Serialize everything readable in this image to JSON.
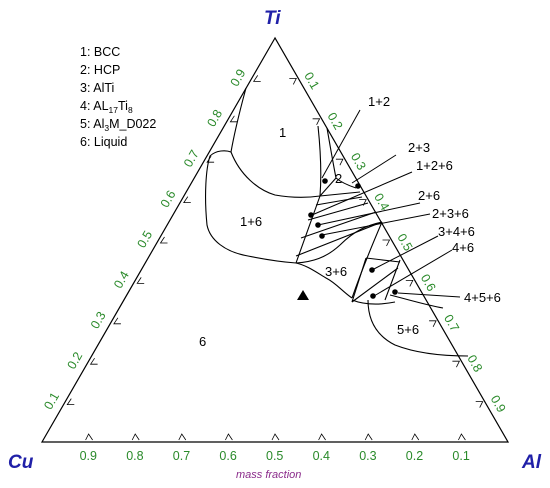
{
  "vertices": {
    "top": "Ti",
    "left": "Cu",
    "right": "Al"
  },
  "colors": {
    "vertex_label": "#2020a8",
    "tick_label": "#2a8a2a",
    "axis_name": "#8a2a8a",
    "lines": "#000000"
  },
  "axis_name": "mass fraction",
  "ticks": [
    "0.1",
    "0.2",
    "0.3",
    "0.4",
    "0.5",
    "0.6",
    "0.7",
    "0.8",
    "0.9"
  ],
  "bottom_ticks": [
    "0.9",
    "0.8",
    "0.7",
    "0.6",
    "0.5",
    "0.4",
    "0.3",
    "0.2",
    "0.1"
  ],
  "legend": [
    {
      "num": "1:",
      "text": "BCC"
    },
    {
      "num": "2:",
      "text": "HCP"
    },
    {
      "num": "3:",
      "text": "AlTi"
    },
    {
      "num": "4:",
      "text": "AL",
      "sub1": "17",
      "mid": "Ti",
      "sub2": "8"
    },
    {
      "num": "5:",
      "text": "Al",
      "sub1": "3",
      "mid": "M_D022",
      "sub2": ""
    },
    {
      "num": "6:",
      "text": "Liquid"
    }
  ],
  "regions": {
    "r1": "1",
    "r2": "2",
    "r16": "1+6",
    "r36": "3+6",
    "r56": "5+6",
    "r6": "6"
  },
  "callouts": {
    "c12": "1+2",
    "c23": "2+3",
    "c126": "1+2+6",
    "c26": "2+6",
    "c236": "2+3+6",
    "c346": "3+4+6",
    "c46": "4+6",
    "c456": "4+5+6"
  }
}
